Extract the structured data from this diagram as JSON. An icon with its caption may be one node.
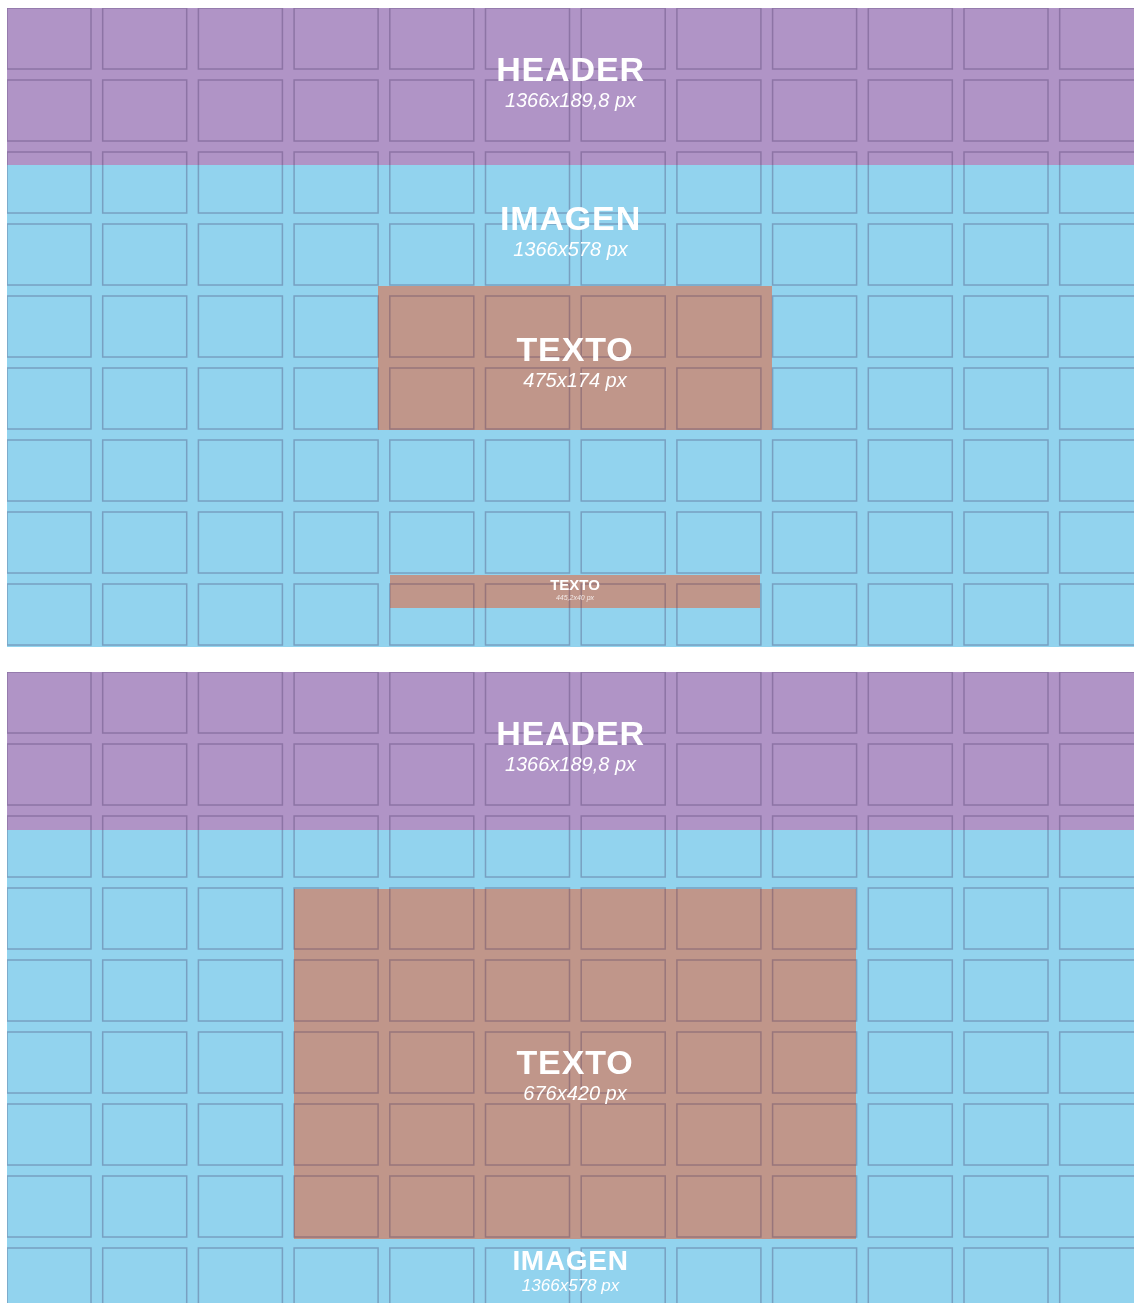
{
  "diagram": {
    "nodes": [
      {
        "text": [
          "HEADER",
          "1366x189,8 px"
        ]
      },
      {
        "text": [
          "IMAGEN",
          "1366x578 px"
        ]
      },
      {
        "text": [
          "TEXTO",
          "475x174 px"
        ],
        "in": 1
      },
      {
        "text": [
          "TEXTO",
          "445,2x40 px"
        ],
        "in": 1
      },
      {
        "text": [
          "HEADER",
          "1366x189,8 px"
        ]
      },
      {
        "text": [
          "IMAGEN",
          "1366x578 px"
        ]
      },
      {
        "text": [
          "TEXTO",
          "676x420 px"
        ],
        "in": 5
      }
    ]
  }
}
